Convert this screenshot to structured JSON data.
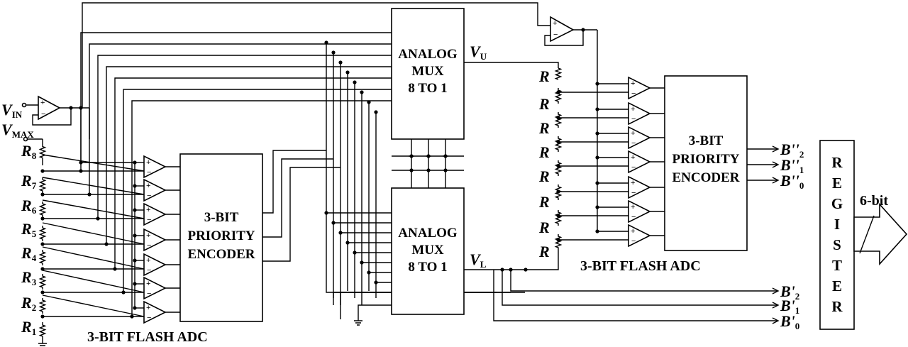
{
  "inputs": {
    "vin": {
      "symbol": "V",
      "sub": "IN"
    },
    "vmax": {
      "symbol": "V",
      "sub": "MAX"
    }
  },
  "left_ladder": {
    "resistors": [
      {
        "symbol": "R",
        "sub": "8"
      },
      {
        "symbol": "R",
        "sub": "7"
      },
      {
        "symbol": "R",
        "sub": "6"
      },
      {
        "symbol": "R",
        "sub": "5"
      },
      {
        "symbol": "R",
        "sub": "4"
      },
      {
        "symbol": "R",
        "sub": "3"
      },
      {
        "symbol": "R",
        "sub": "2"
      },
      {
        "symbol": "R",
        "sub": "1"
      }
    ]
  },
  "right_ladder": {
    "resistor_label": "R"
  },
  "left_encoder": {
    "line1": "3-BIT",
    "line2": "PRIORITY",
    "line3": "ENCODER"
  },
  "right_encoder": {
    "line1": "3-BIT",
    "line2": "PRIORITY",
    "line3": "ENCODER"
  },
  "mux_upper": {
    "line1": "ANALOG",
    "line2": "MUX",
    "line3": "8 TO 1",
    "output": {
      "symbol": "V",
      "sub": "U"
    }
  },
  "mux_lower": {
    "line1": "ANALOG",
    "line2": "MUX",
    "line3": "8 TO 1",
    "output": {
      "symbol": "V",
      "sub": "L"
    }
  },
  "left_flash_label": "3-BIT FLASH ADC",
  "right_flash_label": "3-BIT FLASH ADC",
  "register_letters": [
    "R",
    "E",
    "G",
    "I",
    "S",
    "T",
    "E",
    "R"
  ],
  "output_width": "6-bit",
  "fine_bits": [
    {
      "symbol": "B''",
      "sub": "2"
    },
    {
      "symbol": "B''",
      "sub": "1"
    },
    {
      "symbol": "B''",
      "sub": "0"
    }
  ],
  "coarse_bits": [
    {
      "symbol": "B'",
      "sub": "2"
    },
    {
      "symbol": "B'",
      "sub": "1"
    },
    {
      "symbol": "B'",
      "sub": "0"
    }
  ]
}
